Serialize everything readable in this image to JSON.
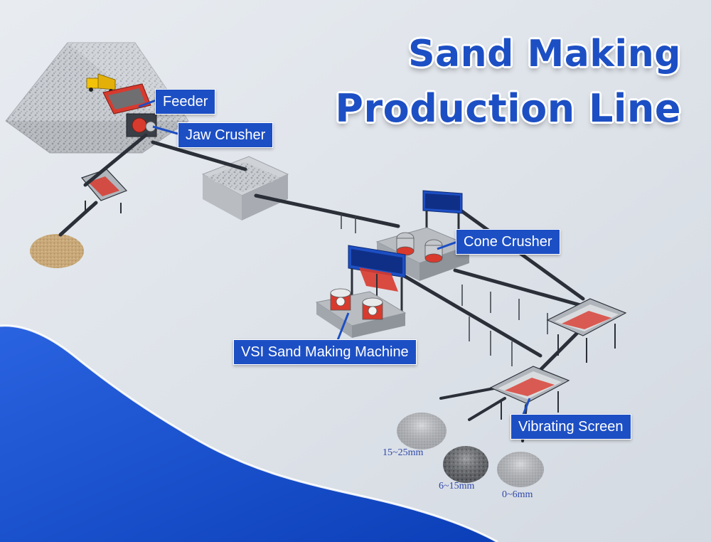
{
  "title": {
    "line1": "Sand Making",
    "line2": "Production Line"
  },
  "labels": {
    "feeder": "Feeder",
    "jaw_crusher": "Jaw Crusher",
    "cone_crusher": "Cone Crusher",
    "vsi": "VSI Sand Making Machine",
    "vibrating_screen": "Vibrating Screen"
  },
  "product_sizes": {
    "coarse": "15~25mm",
    "medium": "6~15mm",
    "fine": "0~6mm"
  },
  "colors": {
    "brand_blue": "#1d4fc4",
    "background": "#dfe4ea",
    "equipment_red": "#d83a2e",
    "frame_dark": "#2b3038"
  }
}
